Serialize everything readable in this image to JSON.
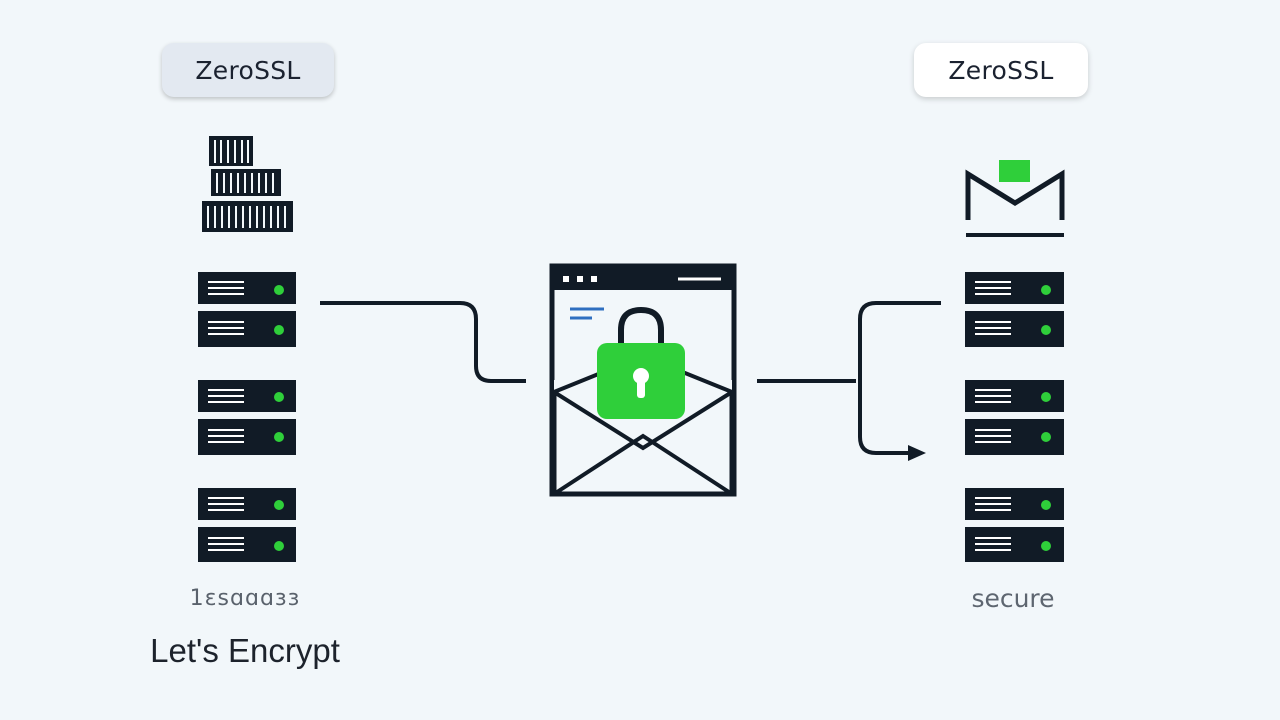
{
  "left": {
    "badge": "ZeroSSL",
    "caption_small": "1ɛsɑɑɑɜɜ",
    "caption_main": "Let's Encrypt"
  },
  "right": {
    "badge": "ZeroSSL",
    "caption": "secure"
  },
  "colors": {
    "background": "#f2f7fa",
    "ink": "#111b26",
    "accent_green": "#2fcf3a",
    "accent_blue": "#2f6fc0"
  },
  "icons": {
    "left_top": "building-icon",
    "right_top": "mail-icon",
    "center": "secure-email-lock-icon",
    "server": "server-rack-icon"
  }
}
